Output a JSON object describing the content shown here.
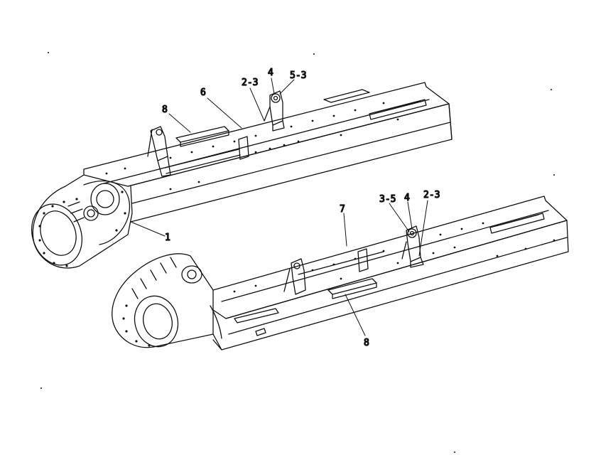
{
  "diagram": {
    "labels": {
      "upper_8": "8",
      "upper_6": "6",
      "upper_2_3": "2-3",
      "upper_4": "4",
      "upper_5_3": "5-3",
      "upper_1": "1",
      "lower_7": "7",
      "lower_3_5": "3-5",
      "lower_4": "4",
      "lower_2_3": "2-3",
      "lower_8": "8"
    },
    "colors": {
      "ink": "#111111",
      "background": "#ffffff"
    }
  }
}
